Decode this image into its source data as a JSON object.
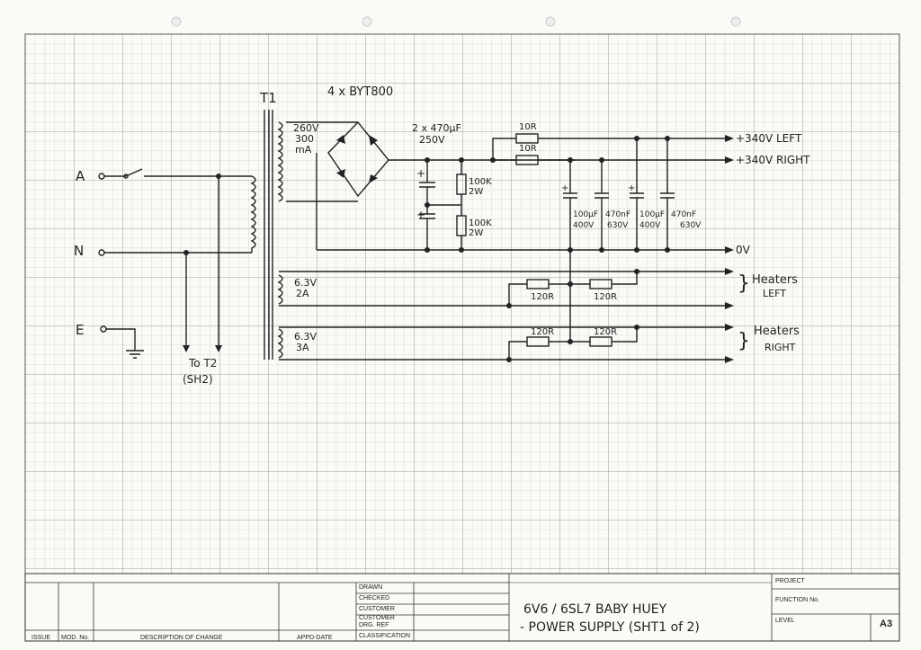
{
  "schematic": {
    "transformer_label": "T1",
    "diodes_label": "4 x BYT800",
    "secondary_hv": {
      "voltage": "260V",
      "current": "300",
      "unit": "mA"
    },
    "filter_caps_label": "2 x 470µF",
    "filter_caps_voltage": "250V",
    "bleeder_1": {
      "value": "100K",
      "power": "2W"
    },
    "bleeder_2": {
      "value": "100K",
      "power": "2W"
    },
    "series_r_left": "10R",
    "series_r_right": "10R",
    "cap_1": {
      "value": "100µF",
      "voltage": "400V"
    },
    "cap_2": {
      "value": "470nF",
      "voltage": "630V"
    },
    "cap_3": {
      "value": "100µF",
      "voltage": "400V"
    },
    "cap_4": {
      "value": "470nF",
      "voltage": "630V"
    },
    "out_left": "+340V LEFT",
    "out_right": "+340V RIGHT",
    "out_zero": "0V",
    "heater_left": {
      "voltage": "6.3V",
      "current": "2A",
      "r1": "120R",
      "r2": "120R",
      "label_1": "Heaters",
      "label_2": "LEFT"
    },
    "heater_right": {
      "voltage": "6.3V",
      "current": "3A",
      "r1": "120R",
      "r2": "120R",
      "label_1": "Heaters",
      "label_2": "RIGHT"
    },
    "mains_a": "A",
    "mains_n": "N",
    "mains_e": "E",
    "to_t2_1": "To T2",
    "to_t2_2": "(SH2)"
  },
  "title_block": {
    "drawn": "DRAWN",
    "checked": "CHECKED",
    "customer": "CUSTOMER",
    "customer_drg_ref_1": "CUSTOMER",
    "customer_drg_ref_2": "DRG. REF",
    "classification": "CLASSIFICATION",
    "issue": "ISSUE",
    "mod_no": "MOD. No.",
    "description_of_change": "DESCRIPTION OF CHANGE",
    "appd_date": "APPD-DATE",
    "title_line_1": "6V6 / 6SL7  BABY HUEY",
    "title_line_2": "- POWER SUPPLY   (SHT1 of 2)",
    "project": "PROJECT",
    "function_no": "FUNCTION No.",
    "level": "LEVEL",
    "size": "A3"
  }
}
